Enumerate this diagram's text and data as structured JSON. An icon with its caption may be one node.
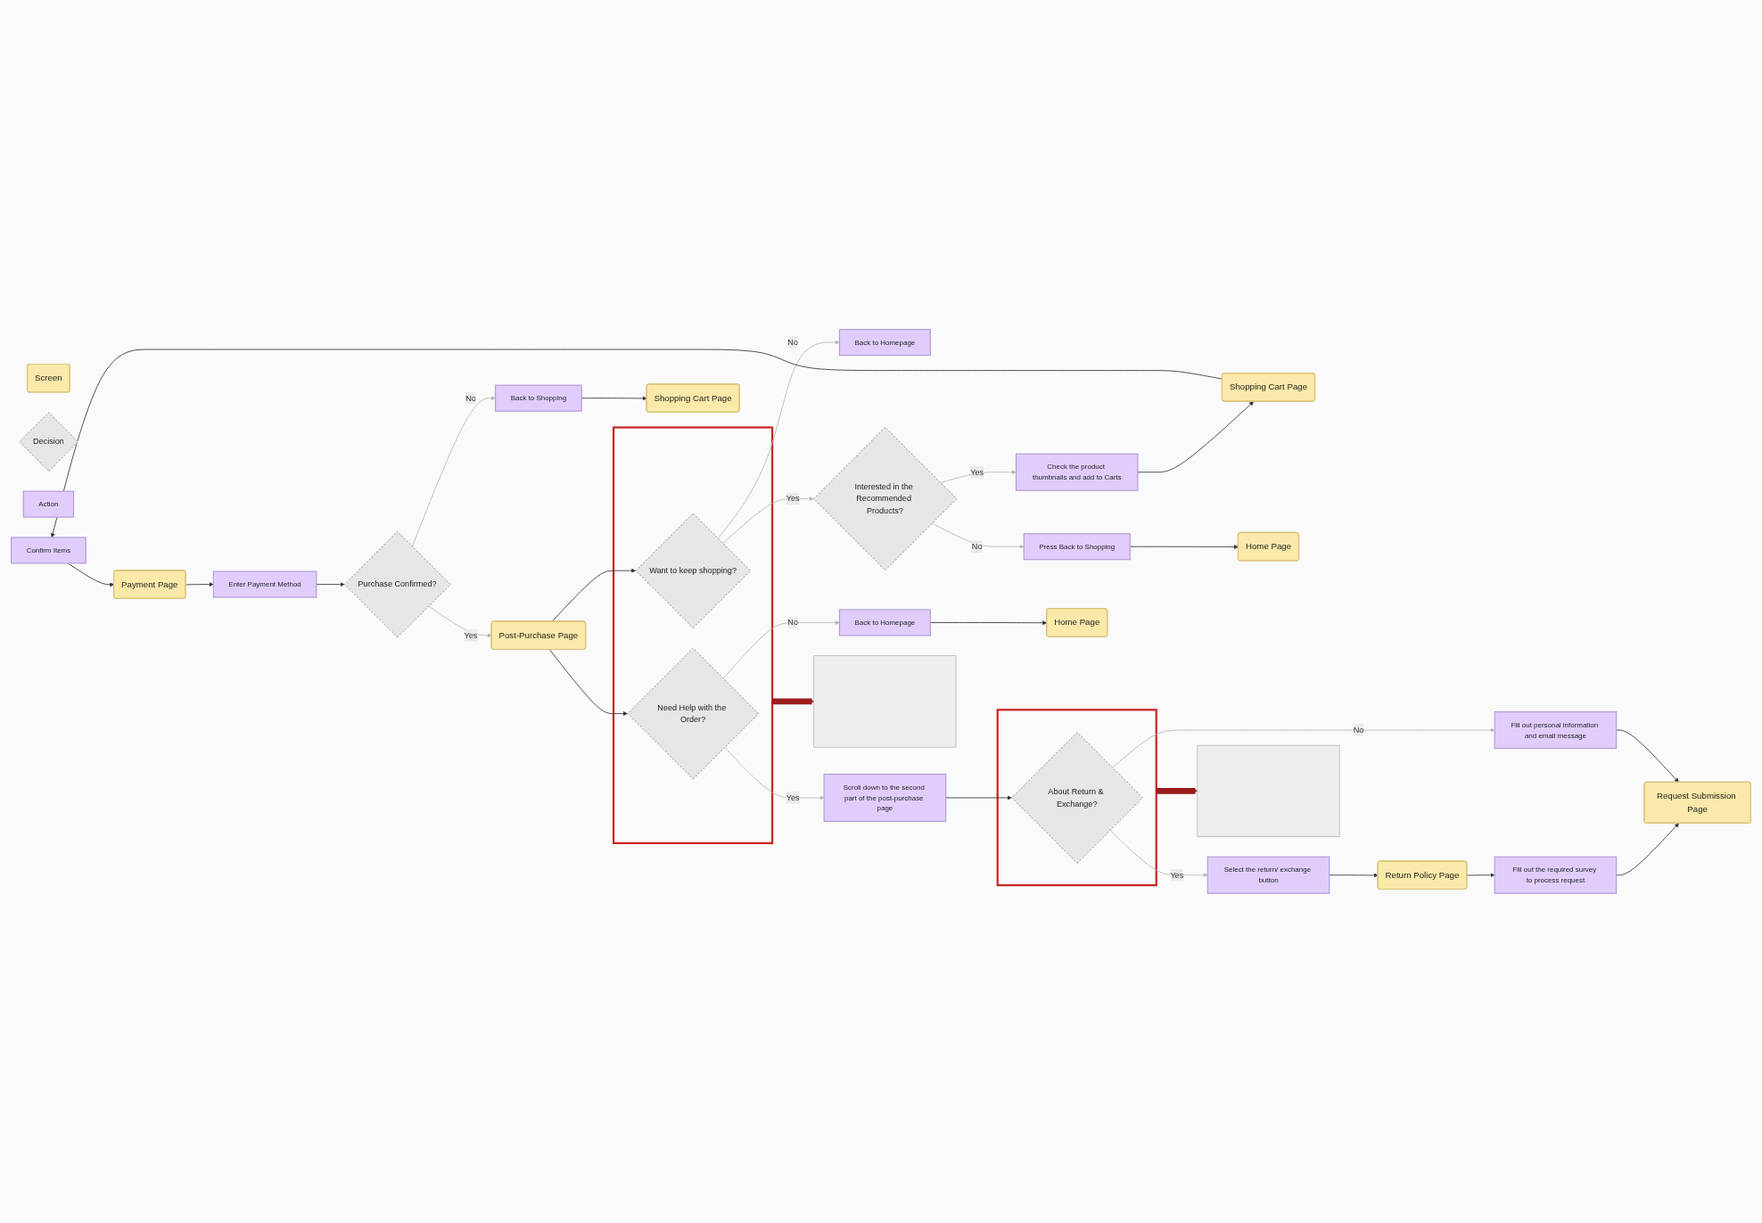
{
  "diagram": {
    "nodes": [
      {
        "text": [
          "Screen"
        ]
      },
      {
        "text": [
          "Decision"
        ]
      },
      {
        "text": [
          "Action"
        ]
      },
      {
        "text": [
          "Confirm Items"
        ]
      },
      {
        "text": [
          "Payment Page"
        ]
      },
      {
        "text": [
          "Enter Payment Method"
        ]
      },
      {
        "text": [
          "Purchase Confirmed?"
        ]
      },
      {
        "text": [
          "Post-Purchase Page"
        ]
      },
      {
        "text": [
          "Back to Shopping"
        ]
      },
      {
        "text": [
          "Shopping Cart Page"
        ]
      },
      {
        "text": [],
        "shape": "box"
      },
      {
        "text": [
          "Want to keep shopping?"
        ],
        "in": 10
      },
      {
        "text": [
          "Need Help with the Order?"
        ],
        "in": 10
      },
      {
        "text": [
          "Interested in the Recommended Products?"
        ]
      },
      {
        "text": [
          "Back to Homepage"
        ]
      },
      {
        "text": [
          "Check the product thumbnails and add to Carts"
        ]
      },
      {
        "text": [
          "Press Back to Shopping"
        ]
      },
      {
        "text": [
          "Shopping Cart Page"
        ]
      },
      {
        "text": [
          "Home Page"
        ]
      },
      {
        "text": [
          "Scroll down to the second part of the post-purchase page"
        ]
      },
      {
        "text": [
          "Back to Homepage"
        ]
      },
      {
        "text": [
          "Home Page"
        ]
      },
      {
        "text": [],
        "shape": "box"
      },
      {
        "text": [
          "About Return & Exchange?"
        ],
        "in": 22
      },
      {
        "text": [
          "Select the return/ exchange button"
        ]
      },
      {
        "text": [
          "Fill out personal information and email message"
        ]
      },
      {
        "text": [
          "Return Policy Page"
        ]
      },
      {
        "text": [
          "Fill out the required survey to process request"
        ]
      },
      {
        "text": [
          "Request Submission Page"
        ]
      },
      {
        "text": [],
        "shape": "box"
      },
      {
        "text": [],
        "shape": "box"
      }
    ],
    "edges": [
      {
        "from": 3,
        "to": 4,
        "arrow": "to"
      },
      {
        "from": 4,
        "to": 5,
        "arrow": "to"
      },
      {
        "from": 5,
        "to": 6,
        "arrow": "to"
      },
      {
        "from": 6,
        "to": 8,
        "arrow": "to",
        "label": "No",
        "color": "#b5b5b5"
      },
      {
        "from": 6,
        "to": 7,
        "arrow": "to",
        "label": "Yes",
        "color": "#b5b5b5"
      },
      {
        "from": 8,
        "to": 9,
        "arrow": "to"
      },
      {
        "from": 7,
        "to": 11,
        "arrow": "to"
      },
      {
        "from": 7,
        "to": 12,
        "arrow": "to"
      },
      {
        "from": 11,
        "to": 14,
        "arrow": "to",
        "label": "No",
        "color": "#b5b5b5"
      },
      {
        "from": 11,
        "to": 13,
        "arrow": "to",
        "label": "Yes",
        "color": "#b5b5b5"
      },
      {
        "from": 13,
        "to": 15,
        "arrow": "to",
        "label": "Yes",
        "color": "#b5b5b5"
      },
      {
        "from": 13,
        "to": 16,
        "arrow": "to",
        "label": "No",
        "color": "#b5b5b5"
      },
      {
        "from": 15,
        "to": 17,
        "arrow": "to"
      },
      {
        "from": 16,
        "to": 18,
        "arrow": "to"
      },
      {
        "from": 12,
        "to": 20,
        "arrow": "to",
        "label": "No",
        "color": "#b5b5b5"
      },
      {
        "from": 12,
        "to": 19,
        "arrow": "to",
        "label": "Yes",
        "color": "#b5b5b5"
      },
      {
        "from": 20,
        "to": 21,
        "arrow": "to"
      },
      {
        "from": 19,
        "to": 23,
        "arrow": "to"
      },
      {
        "from": 23,
        "to": 25,
        "arrow": "to",
        "label": "No",
        "color": "#b5b5b5"
      },
      {
        "from": 23,
        "to": 24,
        "arrow": "to",
        "label": "Yes",
        "color": "#b5b5b5"
      },
      {
        "from": 24,
        "to": 26,
        "arrow": "to"
      },
      {
        "from": 26,
        "to": 27,
        "arrow": "to"
      },
      {
        "from": 27,
        "to": 28,
        "arrow": "to"
      },
      {
        "from": 25,
        "to": 28,
        "arrow": "to"
      },
      {
        "from": 17,
        "to": 3,
        "arrow": "to"
      },
      {
        "from": 10,
        "to": 29,
        "arrow": "to",
        "style": "thick",
        "color": "#9b1c1c"
      },
      {
        "from": 22,
        "to": 30,
        "arrow": "to",
        "style": "thick",
        "color": "#9b1c1c"
      }
    ]
  }
}
